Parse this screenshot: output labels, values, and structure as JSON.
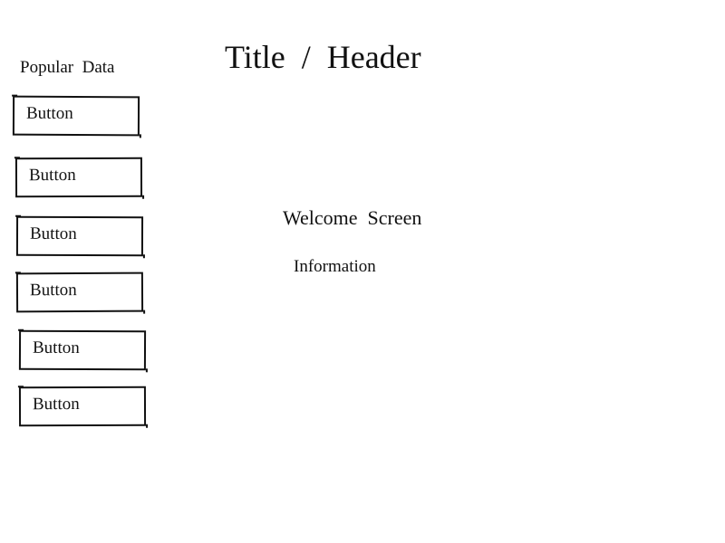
{
  "header": {
    "title": "Title  /  Header"
  },
  "sidebar": {
    "heading": "Popular  Data",
    "buttons": [
      {
        "label": "Button"
      },
      {
        "label": "Button"
      },
      {
        "label": "Button"
      },
      {
        "label": "Button"
      },
      {
        "label": "Button"
      },
      {
        "label": "Button"
      }
    ]
  },
  "main": {
    "welcome": "Welcome  Screen",
    "info": "Information"
  }
}
